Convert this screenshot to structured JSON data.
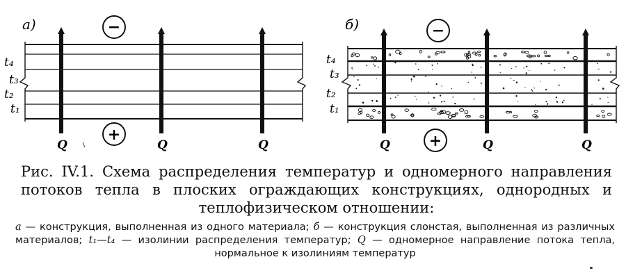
{
  "panels": [
    {
      "label": "а)",
      "sign_top": "−",
      "sign_bottom": "+",
      "flow_label": "Q",
      "isolines": [
        "t₄",
        "t₃",
        "t₂",
        "t₁"
      ]
    },
    {
      "label": "б)",
      "sign_top": "−",
      "sign_bottom": "+",
      "flow_label": "Q",
      "isolines": [
        "t₄",
        "t₃",
        "t₂",
        "t₁"
      ]
    }
  ],
  "caption": {
    "title": "Рис. IV.1. Схема распределения температур и одномерного направления потоков тепла в плоских ограждающих конструкциях, однородных и теплофизическом отношении:",
    "legend": {
      "a_key": "а",
      "a_text": " — конструкция, выполненная из одного материала; ",
      "b_key": "б",
      "b_text": " — конструкция слонстая, выполненная из различных материалов; ",
      "t_key": "t₁—t₄",
      "t_text": " — изолинии распределения температур; ",
      "q_key": "Q",
      "q_text": " — одномерное направление потока тепла, нормальное к изолиниям температур"
    }
  },
  "colors": {
    "ink": "#111111",
    "paper": "#ffffff"
  }
}
